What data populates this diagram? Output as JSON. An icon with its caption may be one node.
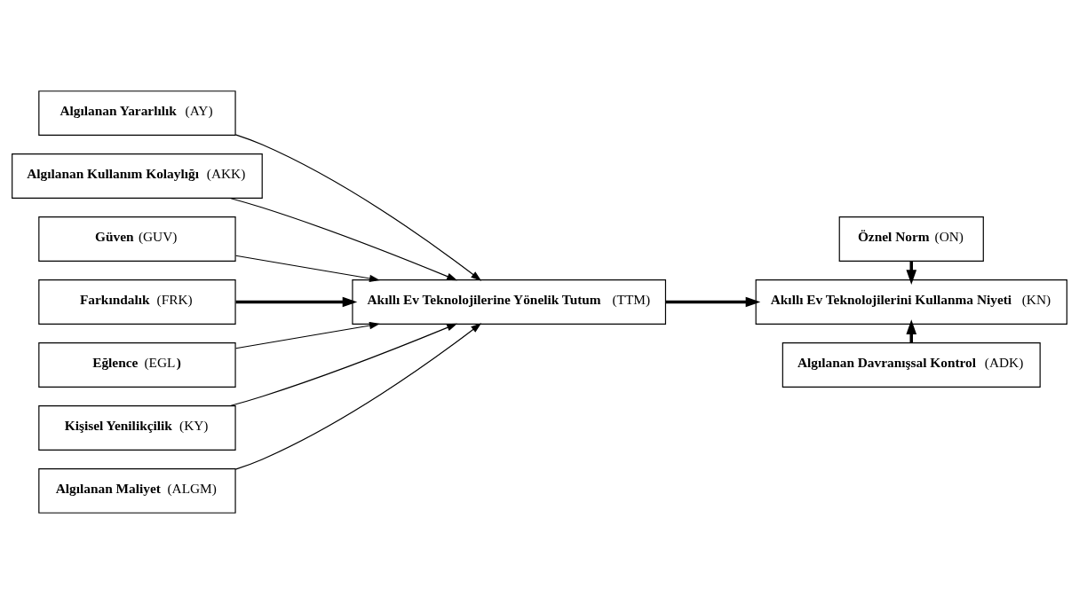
{
  "diagram": {
    "nodes": [
      {
        "text": [
          "**Algılanan Yararlılık** (AY)"
        ]
      },
      {
        "text": [
          "**Algılanan Kullanım Kolaylığı** (AKK)"
        ]
      },
      {
        "text": [
          "**Güven** (GUV)"
        ]
      },
      {
        "text": [
          "**Farkındalık** (FRK)"
        ]
      },
      {
        "text": [
          "**Eğlence** (EGL**)**"
        ]
      },
      {
        "text": [
          "**Kişisel Yenilikçilik** (KY)"
        ]
      },
      {
        "text": [
          "**Algılanan Maliyet** (ALGM)"
        ]
      },
      {
        "text": [
          "**Akıllı Ev Teknolojilerine Yönelik Tutum** (TTM)"
        ]
      },
      {
        "text": [
          "**Öznel Norm** (ON)"
        ]
      },
      {
        "text": [
          "**Akıllı Ev Teknolojilerini Kullanma Niyeti** (KN)"
        ]
      },
      {
        "text": [
          "**Algılanan Davranışsal Kontrol** (ADK)"
        ]
      }
    ],
    "edges": [
      {
        "from": 0,
        "to": 7,
        "arrow": "to"
      },
      {
        "from": 1,
        "to": 7,
        "arrow": "to"
      },
      {
        "from": 2,
        "to": 7,
        "arrow": "to"
      },
      {
        "from": 3,
        "to": 7,
        "arrow": "to",
        "style": "thick"
      },
      {
        "from": 4,
        "to": 7,
        "arrow": "to"
      },
      {
        "from": 5,
        "to": 7,
        "arrow": "to"
      },
      {
        "from": 6,
        "to": 7,
        "arrow": "to"
      },
      {
        "from": 7,
        "to": 9,
        "arrow": "to",
        "style": "thick"
      },
      {
        "from": 8,
        "to": 9,
        "arrow": "to",
        "style": "thick"
      },
      {
        "from": 10,
        "to": 9,
        "arrow": "to",
        "style": "thick"
      }
    ]
  }
}
